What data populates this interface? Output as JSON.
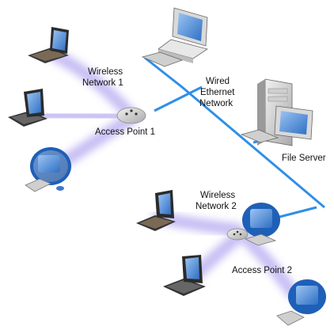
{
  "colors": {
    "ethernet": "#2f8fe6",
    "wireless_glow": "#b3a8f0",
    "device_gray": "#d6d6d6",
    "screen_blue": "#4a8ad8",
    "laptop_dark": "#2b2b2b"
  },
  "labels": {
    "wireless_network_1": [
      "Wireless",
      "Network 1"
    ],
    "access_point_1": "Access Point 1",
    "wired_ethernet_network": [
      "Wired",
      "Ethernet",
      "Network"
    ],
    "file_server": "File Server",
    "wireless_network_2": [
      "Wireless",
      "Network 2"
    ],
    "access_point_2": "Access Point 2"
  },
  "icons": {
    "laptops": [
      "laptop-icon",
      "laptop-icon",
      "laptop-icon",
      "laptop-icon"
    ],
    "imacs": [
      "imac-icon",
      "imac-icon",
      "imac-icon"
    ],
    "desktop": "desktop-computer-icon",
    "server": "file-server-icon",
    "access_point": "access-point-icon"
  }
}
